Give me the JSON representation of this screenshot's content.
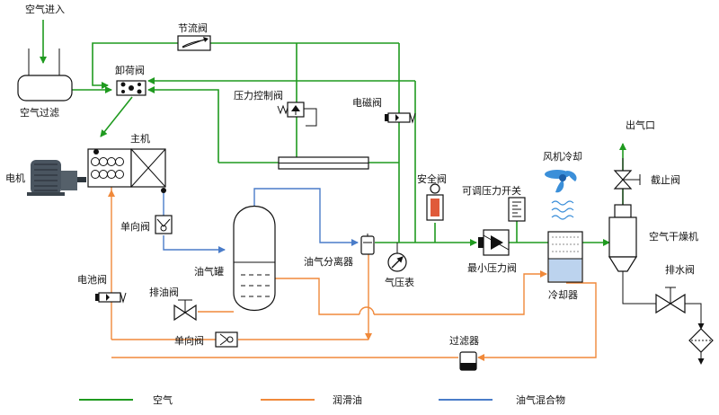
{
  "labels": {
    "air_in": "空气进入",
    "air_filter": "空气过滤",
    "unload_valve": "卸荷阀",
    "throttle_valve": "节流阀",
    "pressure_control_valve": "压力控制阀",
    "solenoid_valve": "电磁阀",
    "main_unit": "主机",
    "motor": "电机",
    "check_valve_top": "单向阀",
    "oil_gas_tank": "油气罐",
    "oil_drain_valve": "排油阀",
    "battery_valve": "电池阀",
    "check_valve_bottom": "单向阀",
    "oil_gas_separator": "油气分离器",
    "pressure_gauge": "气压表",
    "safety_valve": "安全阀",
    "adjustable_pressure_switch": "可调压力开关",
    "min_pressure_valve": "最小压力阀",
    "fan_cooling": "风机冷却",
    "cooler": "冷却器",
    "air_outlet": "出气口",
    "stop_valve": "截止阀",
    "air_dryer": "空气干燥机",
    "drain_valve": "排水阀",
    "filter": "过滤器"
  },
  "legend": [
    {
      "label": "空气",
      "color": "#1f9a1f"
    },
    {
      "label": "润滑油",
      "color": "#f0893a"
    },
    {
      "label": "油气混合物",
      "color": "#4a7cc9"
    }
  ],
  "colors": {
    "air": "#1f9a1f",
    "oil": "#f0893a",
    "mix": "#4a7cc9",
    "fan": "#3b8fd9"
  }
}
